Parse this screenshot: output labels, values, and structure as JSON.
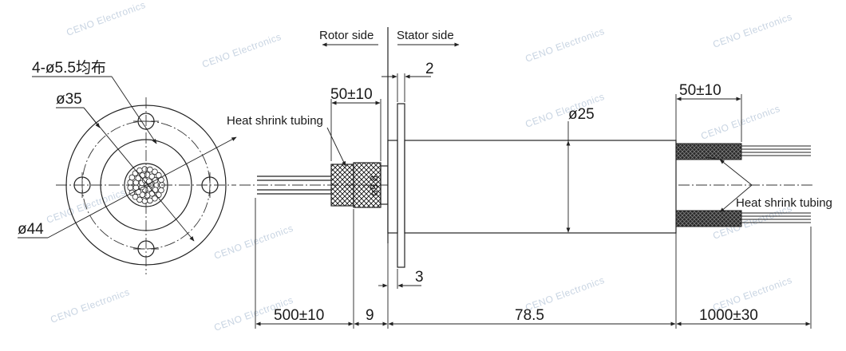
{
  "watermark": "CENO Electronics",
  "labels": {
    "rotor_side": "Rotor side",
    "stator_side": "Stator side",
    "heat_shrink_left": "Heat shrink tubing",
    "heat_shrink_right": "Heat shrink tubing"
  },
  "dimensions": {
    "holes": "4-ø5.5均布",
    "d35": "ø35",
    "d44": "ø44",
    "d25": "ø25",
    "d9_8": "ø9.8",
    "len_50_left": "50±10",
    "len_50_right": "50±10",
    "flange_2": "2",
    "flange_3": "3",
    "lead_500": "500±10",
    "rotor_9": "9",
    "body_78_5": "78.5",
    "lead_1000": "1000±30"
  },
  "colors": {
    "line": "#222222",
    "watermark": "#c8d4e2"
  }
}
